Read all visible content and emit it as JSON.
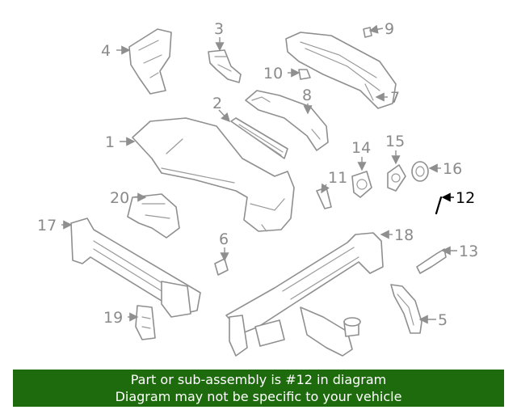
{
  "diagram": {
    "highlighted_part": "12",
    "callouts": [
      {
        "label": "1"
      },
      {
        "label": "2"
      },
      {
        "label": "3"
      },
      {
        "label": "4"
      },
      {
        "label": "5"
      },
      {
        "label": "6"
      },
      {
        "label": "7"
      },
      {
        "label": "8"
      },
      {
        "label": "9"
      },
      {
        "label": "10"
      },
      {
        "label": "11"
      },
      {
        "label": "12"
      },
      {
        "label": "13"
      },
      {
        "label": "14"
      },
      {
        "label": "15"
      },
      {
        "label": "16"
      },
      {
        "label": "17"
      },
      {
        "label": "18"
      },
      {
        "label": "19"
      },
      {
        "label": "20"
      }
    ],
    "colors": {
      "line": "#8f8f8f",
      "highlight": "#000000",
      "banner_bg": "#1e6b0d",
      "banner_text": "#ffffff"
    }
  },
  "banner": {
    "line1": "Part or sub-assembly is #12 in diagram",
    "line2": "Diagram may not be specific to your vehicle"
  }
}
